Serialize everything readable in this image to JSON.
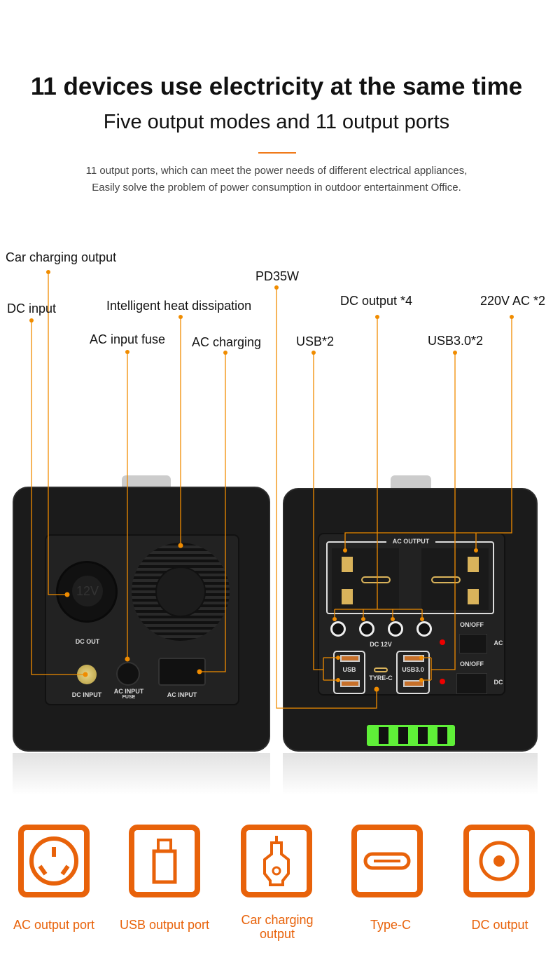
{
  "header": {
    "title": "11 devices use electricity at the same time",
    "subtitle": "Five output modes and 11 output ports",
    "description_lines": [
      "11 output ports, which can meet the power needs of different electrical appliances,",
      "Easily solve the problem of power consumption in outdoor entertainment Office."
    ]
  },
  "callouts": {
    "car_charging_output": "Car charging output",
    "dc_input": "DC input",
    "heat_dissipation": "Intelligent heat dissipation",
    "ac_input_fuse": "AC input fuse",
    "ac_charging": "AC charging",
    "pd": "PD35W",
    "dc_output": "DC output *4",
    "ac_output": "220V AC *2",
    "usb": "USB*2",
    "usb3": "USB3.0*2"
  },
  "device_back": {
    "dc_out": "DC OUT",
    "dc_input": "DC INPUT",
    "ac_input": "AC INPUT",
    "fuse": "FUSE",
    "ac_input2": "AC INPUT",
    "port_12v": "12V"
  },
  "device_front": {
    "ac_output": "AC OUTPUT",
    "dc12v": "DC 12V",
    "usb": "USB",
    "typec": "TYRE-C",
    "usb3": "USB3.0",
    "on_off_1": "ON/OFF",
    "on_off_2": "ON/OFF",
    "ac": "AC",
    "dc": "DC",
    "battery_level": 1.0
  },
  "features": [
    {
      "icon": "ac-outlet-icon",
      "label": "AC output port"
    },
    {
      "icon": "usb-icon",
      "label": "USB output port"
    },
    {
      "icon": "car-charger-icon",
      "label": "Car charging output"
    },
    {
      "icon": "type-c-icon",
      "label": "Type-C"
    },
    {
      "icon": "dc-port-icon",
      "label": "DC output"
    }
  ],
  "colors": {
    "accent": "#e8620a",
    "callout_line": "#f08c00"
  }
}
